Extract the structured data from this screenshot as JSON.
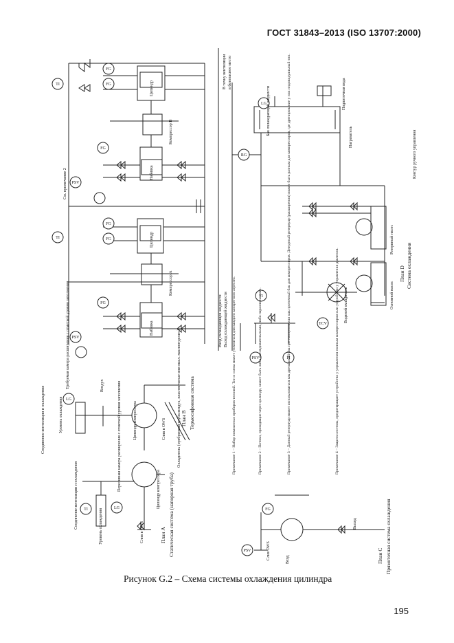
{
  "header": {
    "standard": "ГОСТ 31843–2013 (ISO 13707:2000)"
  },
  "figure": {
    "caption": "Рисунок G.2 – Схема системы охлаждения цилиндра"
  },
  "page": {
    "number": "195"
  },
  "plan_a": {
    "title": "План А",
    "subtitle": "Статическая система (напорная труба)",
    "labels": {
      "overflow": "Переливная камера расширения с отметкой уровня заполнения",
      "level": "Уровень охлаждения",
      "connection": "Соединение вентиляции и охлаждения",
      "cylinder": "Цилиндр компрессора",
      "drain": "Слив в OWS"
    }
  },
  "plan_b": {
    "title": "План В",
    "subtitle": "Термосифонная система",
    "labels": {
      "overflow": "Требуемая камера расширения с отметкой уровня заполнения",
      "level": "Уровень охлаждения",
      "connection": "Соединение вентиляции и охлаждения",
      "cylinder": "Цилиндр компрессора",
      "cooler": "Охладитель (оребренная труба воздух, пластинчатые или масл. маслоотделит.)",
      "drain": "Слив в OWS",
      "vent": "Воздух"
    }
  },
  "plan_c": {
    "title": "План С",
    "subtitle": "Прямоточная система охлаждения",
    "labels": {
      "inlet": "Вход",
      "outlet": "Выход",
      "drain": "Слив OWS"
    }
  },
  "plan_d": {
    "title": "План D",
    "subtitle": "Система охлаждения",
    "labels": {
      "standby_pump": "Резервный насос",
      "main_pump": "Основной насос",
      "cooler": "Водяной охладитель",
      "tank": "Бак охлаждающей жидкости",
      "control": "Контур ручного управления",
      "makeup": "Подпиточная вода",
      "to_vent": "В точку вентиляции",
      "safe": "в безопасное место",
      "heater": "Нагреватель"
    }
  },
  "compressors": {
    "a": "Компрессор А",
    "b": "Компрессор В",
    "cylinder": "Цилиндр",
    "gland": "Набивка",
    "inlet": "Вход охлаждающей жидкости",
    "outlet": "Выход охлаждающей жидкости",
    "vent_label": "См. примечание 2"
  },
  "notes": {
    "n1": "Примечание 1 – Набор показанных приборов типовой. Тип и схема может уточняться для каждого конкретного агрегата.",
    "n2": "Примечание 2 – Потоки, проходящие через цилиндр, может быть либо последовательными, либо параллельными.",
    "n3": "Примечание 3 – Данный резервуар может использоваться как дренажный бак при напорном или как проточный бак для компрессоров. Дежурный резервуар (расширения) может быть разным для компрессоров, где дренирование у них индивидуальный тип.",
    "n4": "Примечание 4 – Защита системы, предотвращает устройство у управления полным компрессором или устройство у управления давления."
  },
  "instruments": {
    "ti": "TI",
    "fg": "FG",
    "psv": "PSV",
    "lg": "LG",
    "pi": "PI",
    "t": "T",
    "tcv": "TCV",
    "rg": "RG"
  }
}
